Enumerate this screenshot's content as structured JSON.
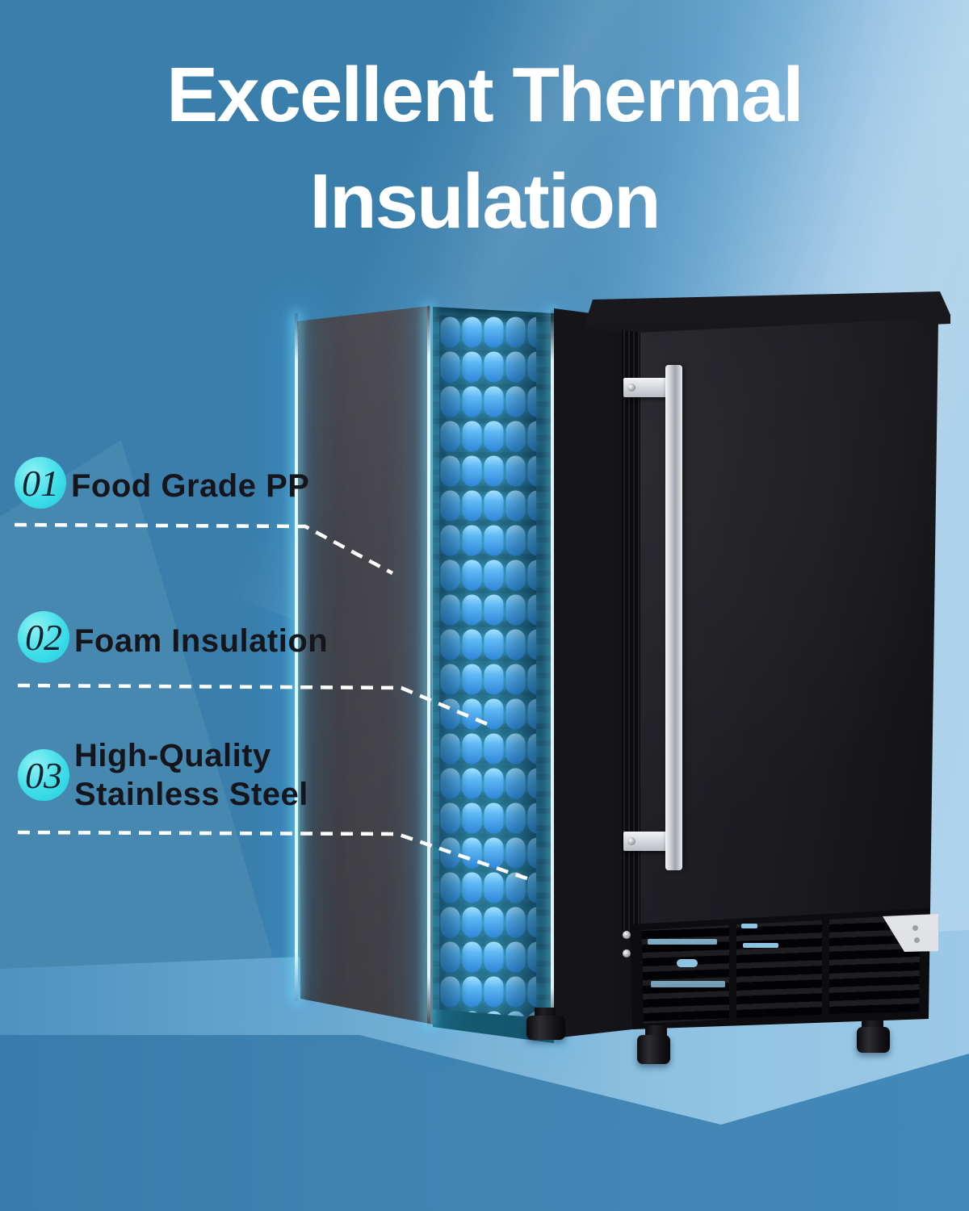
{
  "title": {
    "line1": "Excellent Thermal",
    "line2": "Insulation"
  },
  "callouts": [
    {
      "number": "01",
      "label": "Food Grade PP"
    },
    {
      "number": "02",
      "label": "Foam Insulation"
    },
    {
      "number": "03",
      "label": "High-Quality Stainless Steel"
    }
  ],
  "colors": {
    "background_dark_blue": "#3a7fac",
    "background_light_blue": "#aacfe9",
    "badge_cyan": "#3fdde9",
    "badge_number_text": "#0d2230",
    "callout_text": "#15151b",
    "title_text": "#ffffff",
    "foam_capsule_blue": "#5fb9f5",
    "glow_cyan": "#45ccff",
    "unit_black": "#1d1d22",
    "handle_chrome": "#e8eaee"
  }
}
